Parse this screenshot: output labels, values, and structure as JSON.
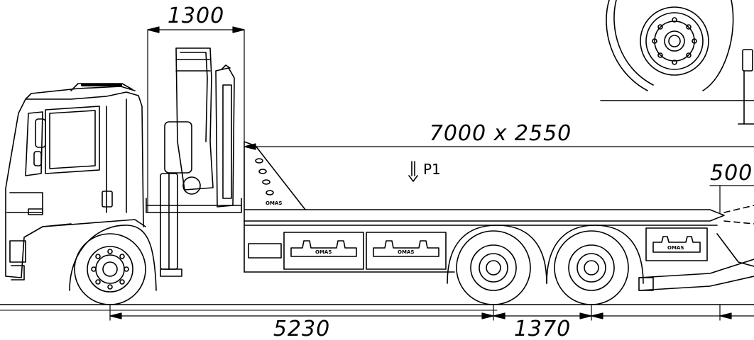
{
  "dimensions": {
    "crane_width": "1300",
    "platform": "7000  x  2550",
    "rear_overhang": "500",
    "wheelbase": "5230",
    "tandem": "1370"
  },
  "load_point": "P1",
  "body_logos": [
    "OMAS",
    "OMAS",
    "OMAS",
    "OMAS"
  ]
}
